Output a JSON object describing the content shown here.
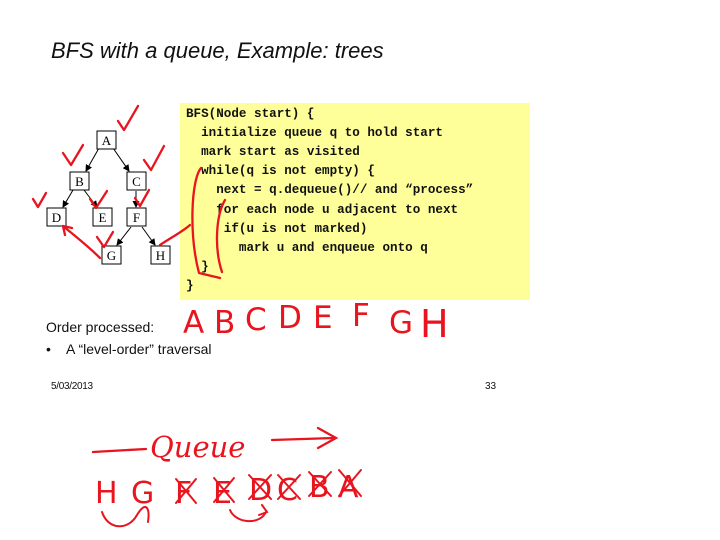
{
  "slide": {
    "title": "BFS with a queue, Example: trees",
    "code_lines": [
      "BFS(Node start) {",
      "  initialize queue q to hold start",
      "  mark start as visited",
      "  while(q is not empty) {",
      "    next = q.dequeue()// and “process”",
      "    for each node u adjacent to next",
      "     if(u is not marked)",
      "       mark u and enqueue onto q",
      "  }",
      "}"
    ],
    "order_label": "Order processed:",
    "bullet": "A “level-order” traversal",
    "date": "5/03/2013",
    "page_number": "33"
  },
  "tree": {
    "nodes": [
      "A",
      "B",
      "C",
      "D",
      "E",
      "F",
      "G",
      "H"
    ]
  },
  "annotations": {
    "ink_color": "#e8141e",
    "order_letters": [
      "A",
      "B",
      "C",
      "D",
      "E",
      "F",
      "G",
      "H"
    ],
    "queue_label": "Queue",
    "queue_letters": [
      "H",
      "G",
      "F",
      "E",
      "D",
      "C",
      "B",
      "A"
    ]
  }
}
